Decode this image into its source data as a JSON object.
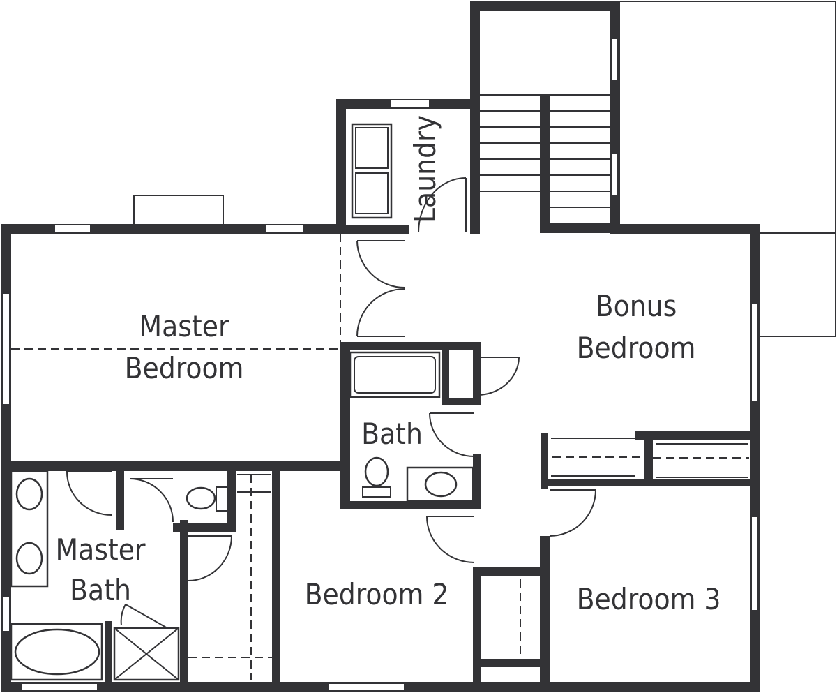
{
  "plan": {
    "rooms": {
      "master_bedroom": [
        "Master",
        "Bedroom"
      ],
      "master_bath": [
        "Master",
        "Bath"
      ],
      "laundry": "Laundry",
      "bath": "Bath",
      "bonus_bedroom": [
        "Bonus",
        "Bedroom"
      ],
      "bedroom_2": "Bedroom 2",
      "bedroom_3": "Bedroom 3"
    },
    "colors": {
      "wall": "#333336",
      "background": "#ffffff"
    }
  }
}
